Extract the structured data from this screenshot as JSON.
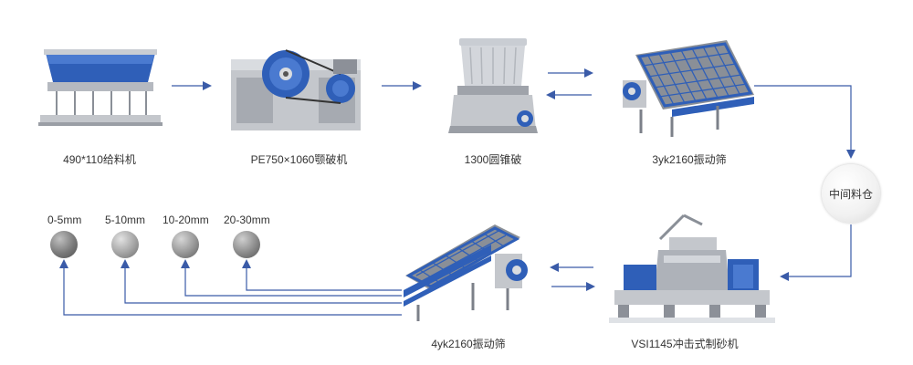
{
  "machines": {
    "feeder": "490*110给料机",
    "jaw_crusher": "PE750×1060颚破机",
    "cone_crusher": "1300圆锥破",
    "screen_3yk": "3yk2160振动筛",
    "intermediate_bin": "中间料仓",
    "sand_maker": "VSI1145冲击式制砂机",
    "screen_4yk": "4yk2160振动筛"
  },
  "products": [
    {
      "size": "0-5mm",
      "color": "#8c8c8c"
    },
    {
      "size": "5-10mm",
      "color": "#a8a8a8"
    },
    {
      "size": "10-20mm",
      "color": "#999999"
    },
    {
      "size": "20-30mm",
      "color": "#8a8a8a"
    }
  ],
  "colors": {
    "arrow": "#3a5ba8",
    "machine_blue": "#2f5fb8",
    "machine_grey": "#c4c7cc"
  }
}
